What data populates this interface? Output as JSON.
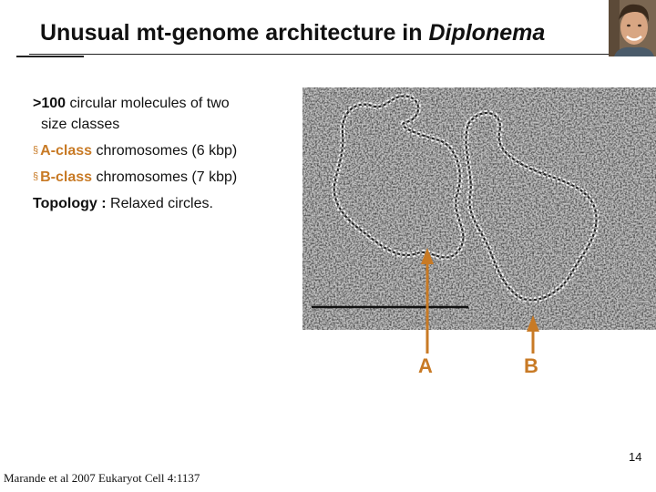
{
  "slide": {
    "title_plain": "Unusual mt-genome architecture in ",
    "title_italic": "Diplonema",
    "bullets": {
      "line1_bold": ">100",
      "line1_rest": " circular molecules of two",
      "line1_cont": "size classes",
      "bullet_marker": "§",
      "a_label": "A-class",
      "a_rest": " chromosomes (6 kbp)",
      "b_label": "B-class",
      "b_rest": " chromosomes (7 kbp)",
      "topology_label": "Topology : ",
      "topology_value": "Relaxed circles."
    },
    "arrow_labels": {
      "a": "A",
      "b": "B"
    },
    "page_number": "14",
    "citation": "Marande et al 2007 Eukaryot Cell 4:1137"
  },
  "colors": {
    "accent": "#c87a25",
    "text": "#111111",
    "background": "#ffffff"
  }
}
